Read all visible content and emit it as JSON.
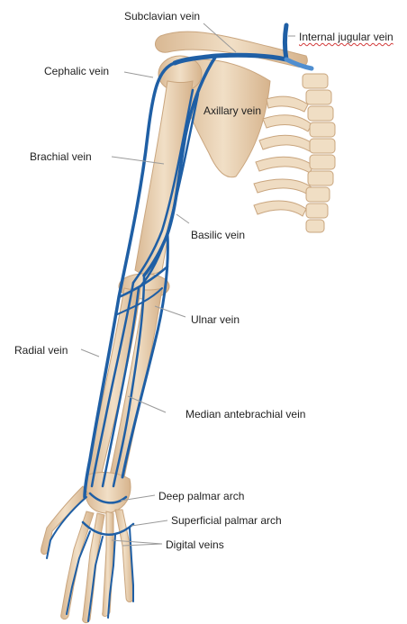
{
  "labels": {
    "subclavian_vein": "Subclavian vein",
    "internal_jugular_vein": "Internal jugular vein",
    "cephalic_vein": "Cephalic vein",
    "axillary_vein": "Axillary vein",
    "brachial_vein": "Brachial vein",
    "basilic_vein": "Basilic vein",
    "ulnar_vein": "Ulnar vein",
    "radial_vein": "Radial vein",
    "median_antebrachial_vein": "Median antebrachial vein",
    "deep_palmar_arch": "Deep palmar arch",
    "superficial_palmar_arch": "Superficial palmar arch",
    "digital_veins": "Digital veins"
  },
  "colors": {
    "vein": "#1f5fa5",
    "vein_light": "#4f8ed0",
    "bone": "#ecd7bc",
    "bone_shade": "#d8b894",
    "leader": "#9a9a9a"
  }
}
